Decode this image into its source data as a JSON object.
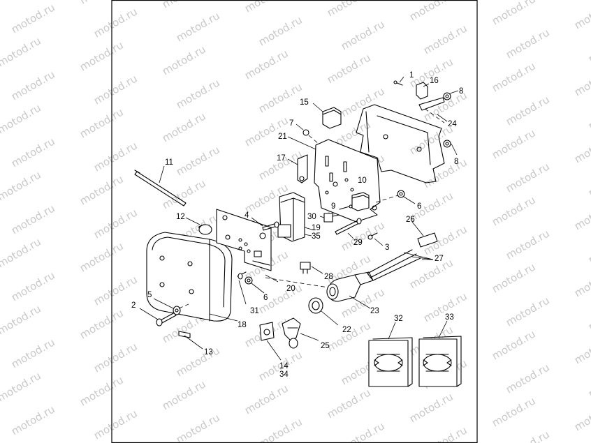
{
  "watermark": {
    "text": "motod.ru",
    "color": "#c9c9c9"
  },
  "frame": {
    "stroke": "#000000"
  },
  "callouts": [
    {
      "id": "c1",
      "label": "1"
    },
    {
      "id": "c16",
      "label": "16"
    },
    {
      "id": "c8a",
      "label": "8"
    },
    {
      "id": "c15",
      "label": "15"
    },
    {
      "id": "c7",
      "label": "7"
    },
    {
      "id": "c24",
      "label": "24"
    },
    {
      "id": "c21",
      "label": "21"
    },
    {
      "id": "c8b",
      "label": "8"
    },
    {
      "id": "c11",
      "label": "11"
    },
    {
      "id": "c17",
      "label": "17"
    },
    {
      "id": "c10",
      "label": "10"
    },
    {
      "id": "c6a",
      "label": "6"
    },
    {
      "id": "c9",
      "label": "9"
    },
    {
      "id": "c12",
      "label": "12"
    },
    {
      "id": "c4",
      "label": "4"
    },
    {
      "id": "c30",
      "label": "30"
    },
    {
      "id": "c19",
      "label": "19"
    },
    {
      "id": "c35",
      "label": "35"
    },
    {
      "id": "c26",
      "label": "26"
    },
    {
      "id": "c29",
      "label": "29"
    },
    {
      "id": "c3",
      "label": "3"
    },
    {
      "id": "c27",
      "label": "27"
    },
    {
      "id": "c28",
      "label": "28"
    },
    {
      "id": "c20",
      "label": "20"
    },
    {
      "id": "c5",
      "label": "5"
    },
    {
      "id": "c6b",
      "label": "6"
    },
    {
      "id": "c2",
      "label": "2"
    },
    {
      "id": "c31",
      "label": "31"
    },
    {
      "id": "c23",
      "label": "23"
    },
    {
      "id": "c18",
      "label": "18"
    },
    {
      "id": "c22",
      "label": "22"
    },
    {
      "id": "c32",
      "label": "32"
    },
    {
      "id": "c33",
      "label": "33"
    },
    {
      "id": "c13",
      "label": "13"
    },
    {
      "id": "c25",
      "label": "25"
    },
    {
      "id": "c14",
      "label": "14"
    },
    {
      "id": "c34",
      "label": "34"
    }
  ]
}
